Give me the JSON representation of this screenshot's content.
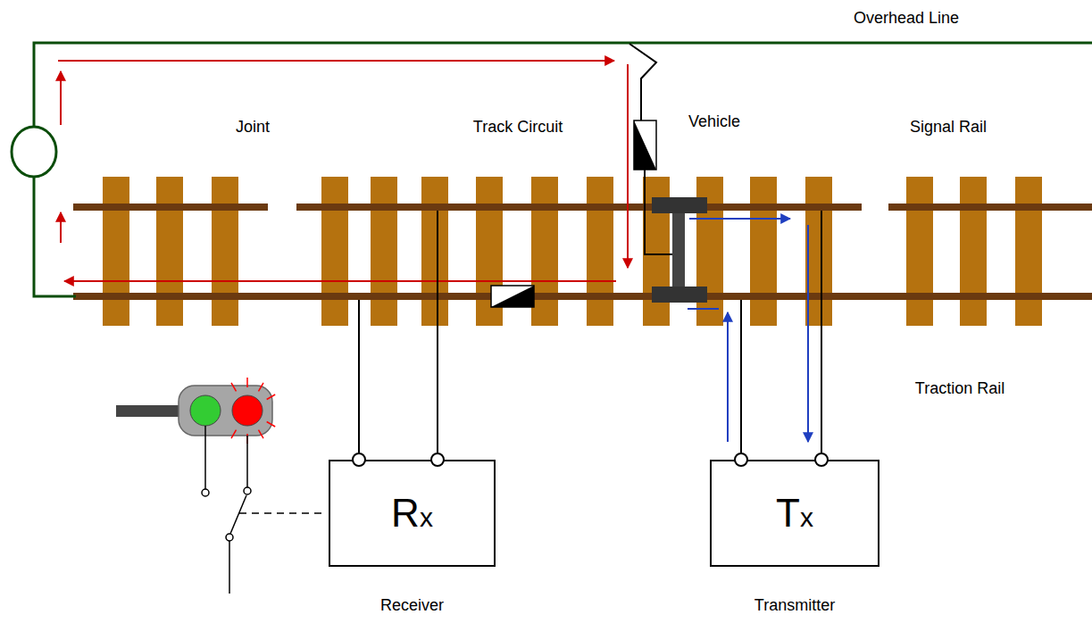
{
  "diagram": {
    "nodes": [
      {
        "text": [
          "Rx",
          "Receiver"
        ]
      },
      {
        "text": [
          "Tx",
          "Transmitter"
        ]
      }
    ],
    "labels": [
      "Overhead Line",
      "Joint",
      "Track Circuit",
      "Vehicle",
      "Signal Rail",
      "Traction Rail"
    ]
  }
}
